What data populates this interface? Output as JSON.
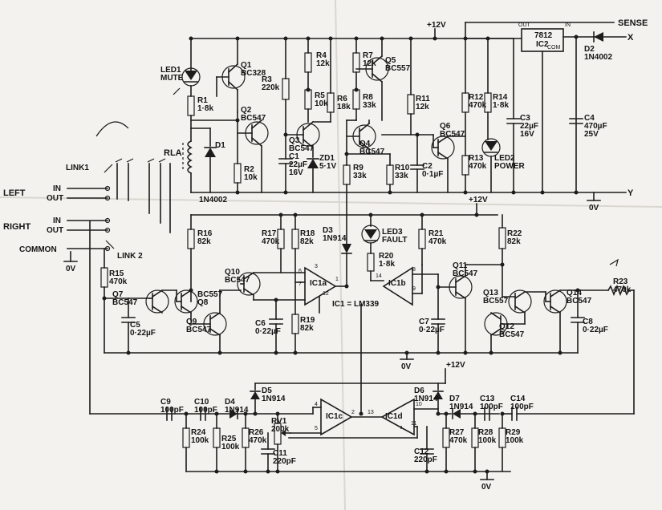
{
  "labels": {
    "sense": "SENSE",
    "x_in": "X",
    "y_out": "Y",
    "p12v_top": "+12V",
    "p12v_mid": "+12V",
    "p12v_bot": "+12V",
    "zero_v_1": "0V",
    "zero_v_2": "0V",
    "zero_v_3": "0V",
    "zero_v_4": "0V",
    "left": "LEFT",
    "right": "RIGHT",
    "common": "COMMON",
    "in_l": "IN",
    "out_l": "OUT",
    "in_r": "IN",
    "out_r": "OUT",
    "link1": "LINK1",
    "link2": "LINK 2",
    "rla": "RLA",
    "ic1": "IC1 = LM339",
    "ic2_out": "OUT",
    "ic2_in": "IN",
    "ic2_com": "COM",
    "ic2_name": "7812",
    "ic2_ref": "IC2"
  },
  "components": {
    "led1": [
      "LED1",
      "MUTE"
    ],
    "r1": [
      "R1",
      "1·8k"
    ],
    "q1": [
      "Q1",
      "BC328"
    ],
    "r4": [
      "R4",
      "12k"
    ],
    "r7": [
      "R7",
      "12k"
    ],
    "q5": [
      "Q5",
      "BC557"
    ],
    "r3": [
      "R3",
      "220k"
    ],
    "r5": [
      "R5",
      "10k"
    ],
    "r6": [
      "R6",
      "18k"
    ],
    "r8": [
      "R8",
      "33k"
    ],
    "r11": [
      "R11",
      "12k"
    ],
    "q2": [
      "Q2",
      "BC547"
    ],
    "q3": [
      "Q3",
      "BC547"
    ],
    "q4": [
      "Q4",
      "BC547"
    ],
    "q6": [
      "Q6",
      "BC547"
    ],
    "d1": [
      "D1"
    ],
    "d1n": [
      "1N4002"
    ],
    "r2": [
      "R2",
      "10k"
    ],
    "c1": [
      "C1",
      "22µF",
      "16V"
    ],
    "zd1": [
      "ZD1",
      "5·1V"
    ],
    "r9": [
      "R9",
      "33k"
    ],
    "r10": [
      "R10",
      "33k"
    ],
    "c2": [
      "C2",
      "0·1µF"
    ],
    "r12": [
      "R12",
      "470k"
    ],
    "r13": [
      "R13",
      "470k"
    ],
    "r14": [
      "R14",
      "1·8k"
    ],
    "led2": [
      "LED2",
      "POWER"
    ],
    "c3": [
      "C3",
      "22µF",
      "16V"
    ],
    "c4": [
      "C4",
      "470µF",
      "25V"
    ],
    "d2": [
      "D2",
      "1N4002"
    ],
    "r16": [
      "R16",
      "82k"
    ],
    "r17": [
      "R17",
      "470k"
    ],
    "r18": [
      "R18",
      "82k"
    ],
    "d3": [
      "D3",
      "1N914"
    ],
    "led3": [
      "LED3",
      "FAULT"
    ],
    "r20": [
      "R20",
      "1·8k"
    ],
    "r21": [
      "R21",
      "470k"
    ],
    "r22": [
      "R22",
      "82k"
    ],
    "r15": [
      "R15",
      "470k"
    ],
    "q7": [
      "Q7",
      "BC547"
    ],
    "q8": [
      "BC557",
      "Q8"
    ],
    "q9": [
      "Q9",
      "BC547"
    ],
    "q10": [
      "Q10",
      "BC547"
    ],
    "c5": [
      "C5",
      "0·22µF"
    ],
    "c6": [
      "C6",
      "0·22µF"
    ],
    "r19": [
      "R19",
      "82k"
    ],
    "ic1a": [
      "IC1a"
    ],
    "ic1b": [
      "IC1b"
    ],
    "c7": [
      "C7",
      "0·22µF"
    ],
    "q11": [
      "Q11",
      "BC547"
    ],
    "q13": [
      "Q13",
      "BC557"
    ],
    "q12": [
      "Q12",
      "BC547"
    ],
    "q14": [
      "Q14",
      "BC547"
    ],
    "c8": [
      "C8",
      "0·22µF"
    ],
    "r23": [
      "R23",
      "470k"
    ],
    "c9": [
      "C9",
      "100pF"
    ],
    "c10": [
      "C10",
      "100pF"
    ],
    "d4": [
      "D4",
      "1N914"
    ],
    "d5": [
      "D5",
      "1N914"
    ],
    "r24": [
      "R24",
      "100k"
    ],
    "r25": [
      "R25",
      "100k"
    ],
    "r26": [
      "R26",
      "470k"
    ],
    "rv1": [
      "RV1",
      "200k"
    ],
    "c11": [
      "C11",
      "220pF"
    ],
    "ic1c": [
      "IC1c"
    ],
    "ic1d": [
      "IC1d"
    ],
    "c12": [
      "C12",
      "220pF"
    ],
    "d6": [
      "D6",
      "1N914"
    ],
    "d7": [
      "D7",
      "1N914"
    ],
    "c13": [
      "C13",
      "100pF"
    ],
    "c14": [
      "C14",
      "100pF"
    ],
    "r27": [
      "R27",
      "470k"
    ],
    "r28": [
      "R28",
      "100k"
    ],
    "r29": [
      "R29",
      "100k"
    ]
  },
  "pins": {
    "ic1a_p6": "6",
    "ic1a_p3": "3",
    "ic1a_p7": "7",
    "ic1a_p1": "1",
    "ic1a_p12": "12",
    "ic1b_p14": "14",
    "ic1b_p8": "8",
    "ic1b_p9": "9",
    "ic1c_p4": "4",
    "ic1c_p5": "5",
    "ic1c_p2": "2",
    "ic1d_p13": "13",
    "ic1d_p10": "10",
    "ic1d_p11": "11"
  }
}
